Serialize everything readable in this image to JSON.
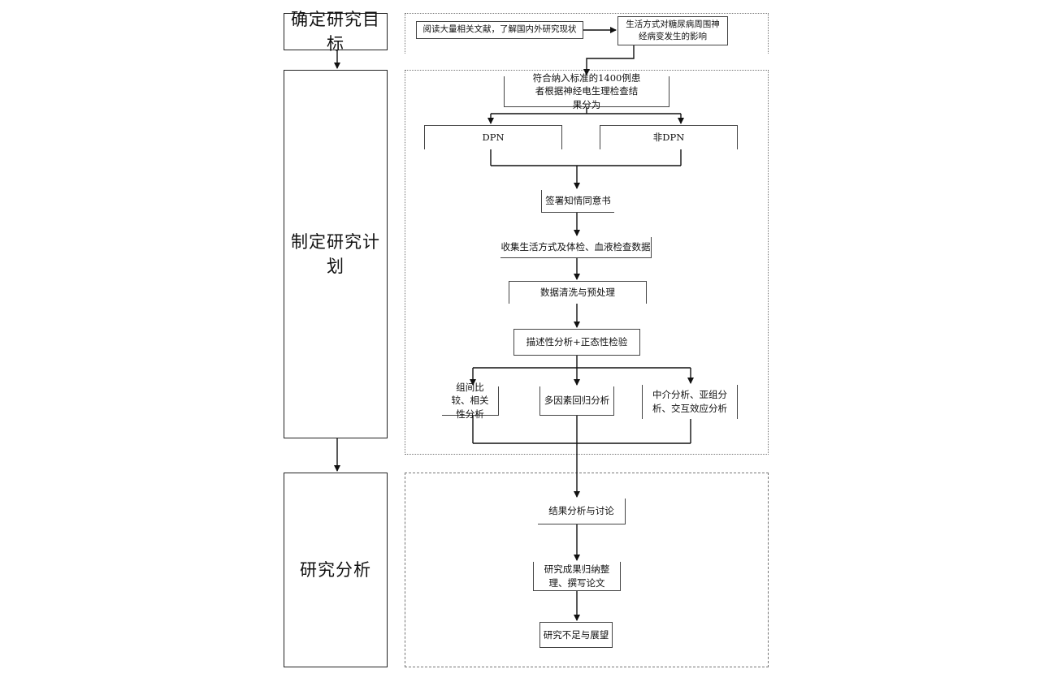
{
  "stages": {
    "goal": "确定研究目标",
    "plan": "制定研究计划",
    "analysis": "研究分析"
  },
  "nodes": {
    "read_literature": "阅读大量相关文献，了解国内外研究现状",
    "lifestyle_effect": "生活方式对糖尿病周围神经病变发生的影响",
    "patients": "符合纳入标准的1400例患者根据神经电生理检查结果分为",
    "dpn": "DPN",
    "non_dpn": "非DPN",
    "consent": "签署知情同意书",
    "collect": "收集生活方式及体检、血液检查数据",
    "cleaning": "数据清洗与预处理",
    "descriptive": "描述性分析+正态性检验",
    "group_compare": "组间比较、相关性分析",
    "multi_regression": "多因素回归分析",
    "mediation": "中介分析、亚组分析、交互效应分析",
    "results": "结果分析与讨论",
    "summary": "研究成果归纳整理、撰写论文",
    "limits": "研究不足与展望"
  }
}
